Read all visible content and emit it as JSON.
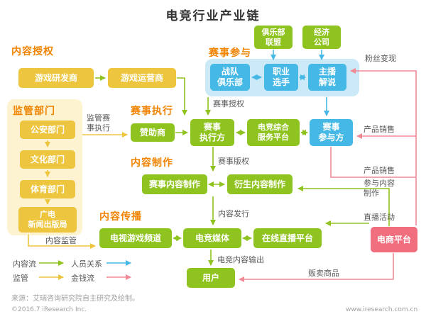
{
  "title": "电竞行业产业链",
  "headers": {
    "content_license": "内容授权",
    "regulators": "监管部门",
    "event_participation": "赛事参与",
    "event_execution": "赛事执行",
    "content_production": "内容制作",
    "content_distribution": "内容传播"
  },
  "nodes": {
    "game_developer": "游戏研发商",
    "game_operator": "游戏运营商",
    "public_security": "公安部门",
    "culture_dept": "文化部门",
    "sports_dept": "体育部门",
    "sapprft": "广电\n新闻出版局",
    "club_alliance": "俱乐部\n联盟",
    "economic_company": "经济\n公司",
    "team_club": "战队\n俱乐部",
    "pro_player": "职业\n选手",
    "anchor_commentator": "主播\n解说",
    "sponsor": "赞助商",
    "event_executor": "赛事\n执行方",
    "esports_service_platform": "电竞综合\n服务平台",
    "event_participant": "赛事\n参与方",
    "event_content_production": "赛事内容制作",
    "derivative_content_production": "衍生内容制作",
    "tv_game_channel": "电视游戏频道",
    "esports_media": "电竞媒体",
    "live_streaming_platform": "在线直播平台",
    "user": "用户",
    "ecommerce_platform": "电商平台"
  },
  "edge_labels": {
    "fan_monetization": "粉丝变现",
    "event_authorization": "赛事授权",
    "supervise_event_execution": "监管赛\n事执行",
    "event_copyright": "赛事版权",
    "product_sales_top": "产品销售",
    "product_sales_mid": "产品销售",
    "participate_content_production": "参与内容\n制作",
    "content_publishing": "内容发行",
    "live_activity": "直播活动",
    "content_supervision": "内容监管",
    "esports_content_output": "电竞内容输出",
    "sell_goods": "贩卖商品"
  },
  "legend": {
    "content_flow": "内容流",
    "personnel_relation": "人员关系",
    "supervision": "监管",
    "money_flow": "金钱流"
  },
  "colors": {
    "orange_header": "#f08300",
    "yellow_box": "#eec53e",
    "green_box": "#8fc31f",
    "blue_box": "#45b8e6",
    "pink_box": "#f06e7e",
    "pink_line": "#f08a97",
    "light_blue_panel": "#cbe9f7",
    "light_yellow_panel": "#fdf3d0"
  },
  "footer": {
    "source": "来源：艾瑞咨询研究院自主研究及绘制。",
    "copyright": "©2016.7 iResearch Inc.",
    "website": "www.iresearch.com.cn"
  }
}
